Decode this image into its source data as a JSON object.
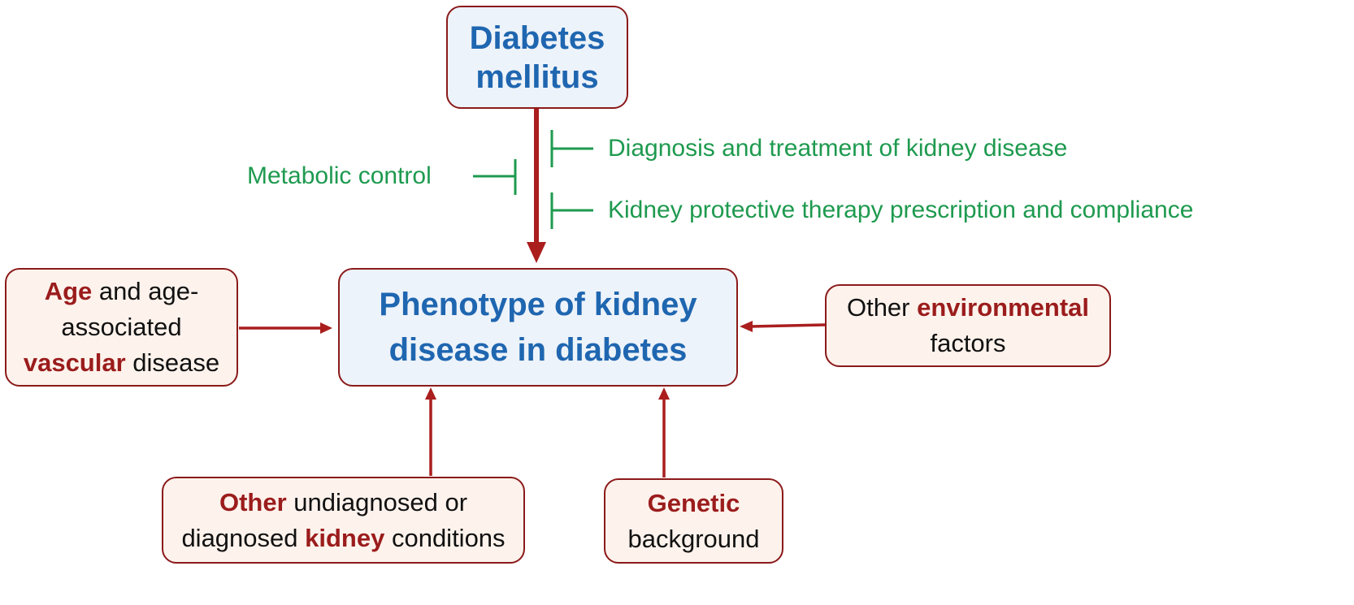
{
  "diagram": {
    "top_box": {
      "line1": "Diabetes",
      "line2": "mellitus"
    },
    "center_box": {
      "line1": "Phenotype of kidney",
      "line2": "disease in diabetes"
    },
    "modifiers": {
      "diagnosis": "Diagnosis and treatment of kidney disease",
      "metabolic": "Metabolic control",
      "protective": "Kidney protective therapy prescription and compliance"
    },
    "factors": {
      "age": {
        "l1_bold": "Age",
        "l1_rest": " and age-",
        "l2": "associated",
        "l3_bold": "vascular",
        "l3_rest": " disease"
      },
      "environmental": {
        "l1_pre": "Other ",
        "l1_bold": "environmental",
        "l2": "factors"
      },
      "kidney": {
        "l1_bold": "Other",
        "l1_rest": " undiagnosed or",
        "l2_pre": "diagnosed ",
        "l2_bold": "kidney",
        "l2_rest": " conditions"
      },
      "genetic": {
        "l1_bold": "Genetic",
        "l2": "background"
      }
    },
    "colors": {
      "arrow": "#aa1e1e",
      "inhibitor": "#1e9a4f",
      "title_text": "#1f66b0",
      "highlight": "#9b1c1c",
      "box_border": "#8b1a1a"
    }
  }
}
